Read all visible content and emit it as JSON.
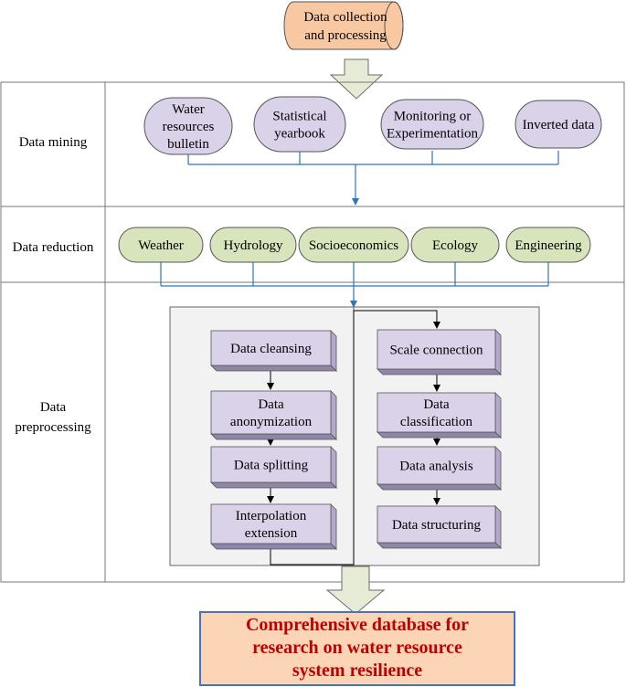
{
  "top_node": {
    "lines": [
      "Data collection",
      "and processing"
    ],
    "fill": "#f8c8a2"
  },
  "rows": {
    "mining": {
      "label_lines": [
        "Data mining"
      ]
    },
    "reduction": {
      "label_lines": [
        "Data reduction"
      ]
    },
    "preprocessing": {
      "label_lines": [
        "Data",
        "preprocessing"
      ]
    }
  },
  "mining_nodes": [
    {
      "lines": [
        "Water",
        "resources",
        "bulletin"
      ]
    },
    {
      "lines": [
        "Statistical",
        "yearbook"
      ]
    },
    {
      "lines": [
        "Monitoring or",
        "Experimentation"
      ]
    },
    {
      "lines": [
        "Inverted data"
      ]
    }
  ],
  "reduction_nodes": [
    {
      "lines": [
        "Weather"
      ]
    },
    {
      "lines": [
        "Hydrology"
      ]
    },
    {
      "lines": [
        "Socioeconomics"
      ]
    },
    {
      "lines": [
        "Ecology"
      ]
    },
    {
      "lines": [
        "Engineering"
      ]
    }
  ],
  "process_left": [
    {
      "lines": [
        "Data cleansing"
      ]
    },
    {
      "lines": [
        "Data",
        "anonymization"
      ]
    },
    {
      "lines": [
        "Data splitting"
      ]
    },
    {
      "lines": [
        "Interpolation",
        "extension"
      ]
    }
  ],
  "process_right": [
    {
      "lines": [
        "Scale connection"
      ]
    },
    {
      "lines": [
        "Data",
        "classification"
      ]
    },
    {
      "lines": [
        "Data analysis"
      ]
    },
    {
      "lines": [
        "Data structuring"
      ]
    }
  ],
  "output_node": {
    "lines": [
      "Comprehensive database for",
      "research on water resource",
      "system resilience"
    ],
    "text_color": "#c00000",
    "fill": "#fbd5b5",
    "border_color": "#4472c4"
  },
  "colors": {
    "mining_node": "#d9d2e9",
    "reduction_node": "#d8e4bc",
    "process_box": "#d9d2e9",
    "connector_blue": "#2e75b6",
    "block_arrow": "#e6ebd6"
  }
}
